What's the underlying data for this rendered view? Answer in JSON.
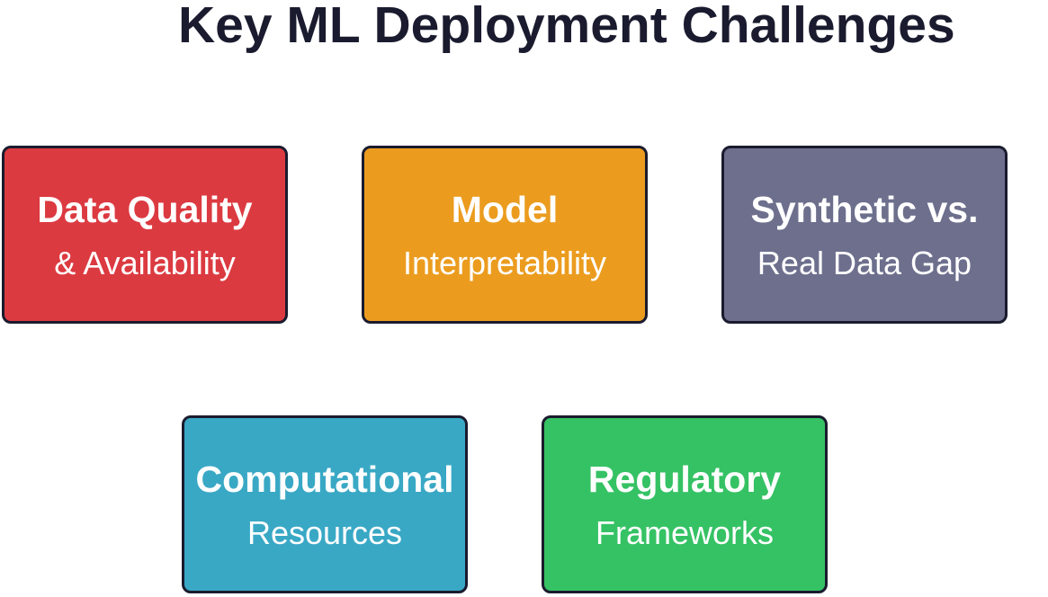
{
  "title": "Key ML Deployment Challenges",
  "boxes": [
    {
      "line1": "Data Quality",
      "line2": "& Availability",
      "color": "#dc3a41"
    },
    {
      "line1": "Model",
      "line2": "Interpretability",
      "color": "#eb9c1f"
    },
    {
      "line1": "Synthetic vs.",
      "line2": "Real Data Gap",
      "color": "#6d6f8d"
    },
    {
      "line1": "Computational",
      "line2": "Resources",
      "color": "#39a8c5"
    },
    {
      "line1": "Regulatory",
      "line2": "Frameworks",
      "color": "#35c264"
    }
  ]
}
